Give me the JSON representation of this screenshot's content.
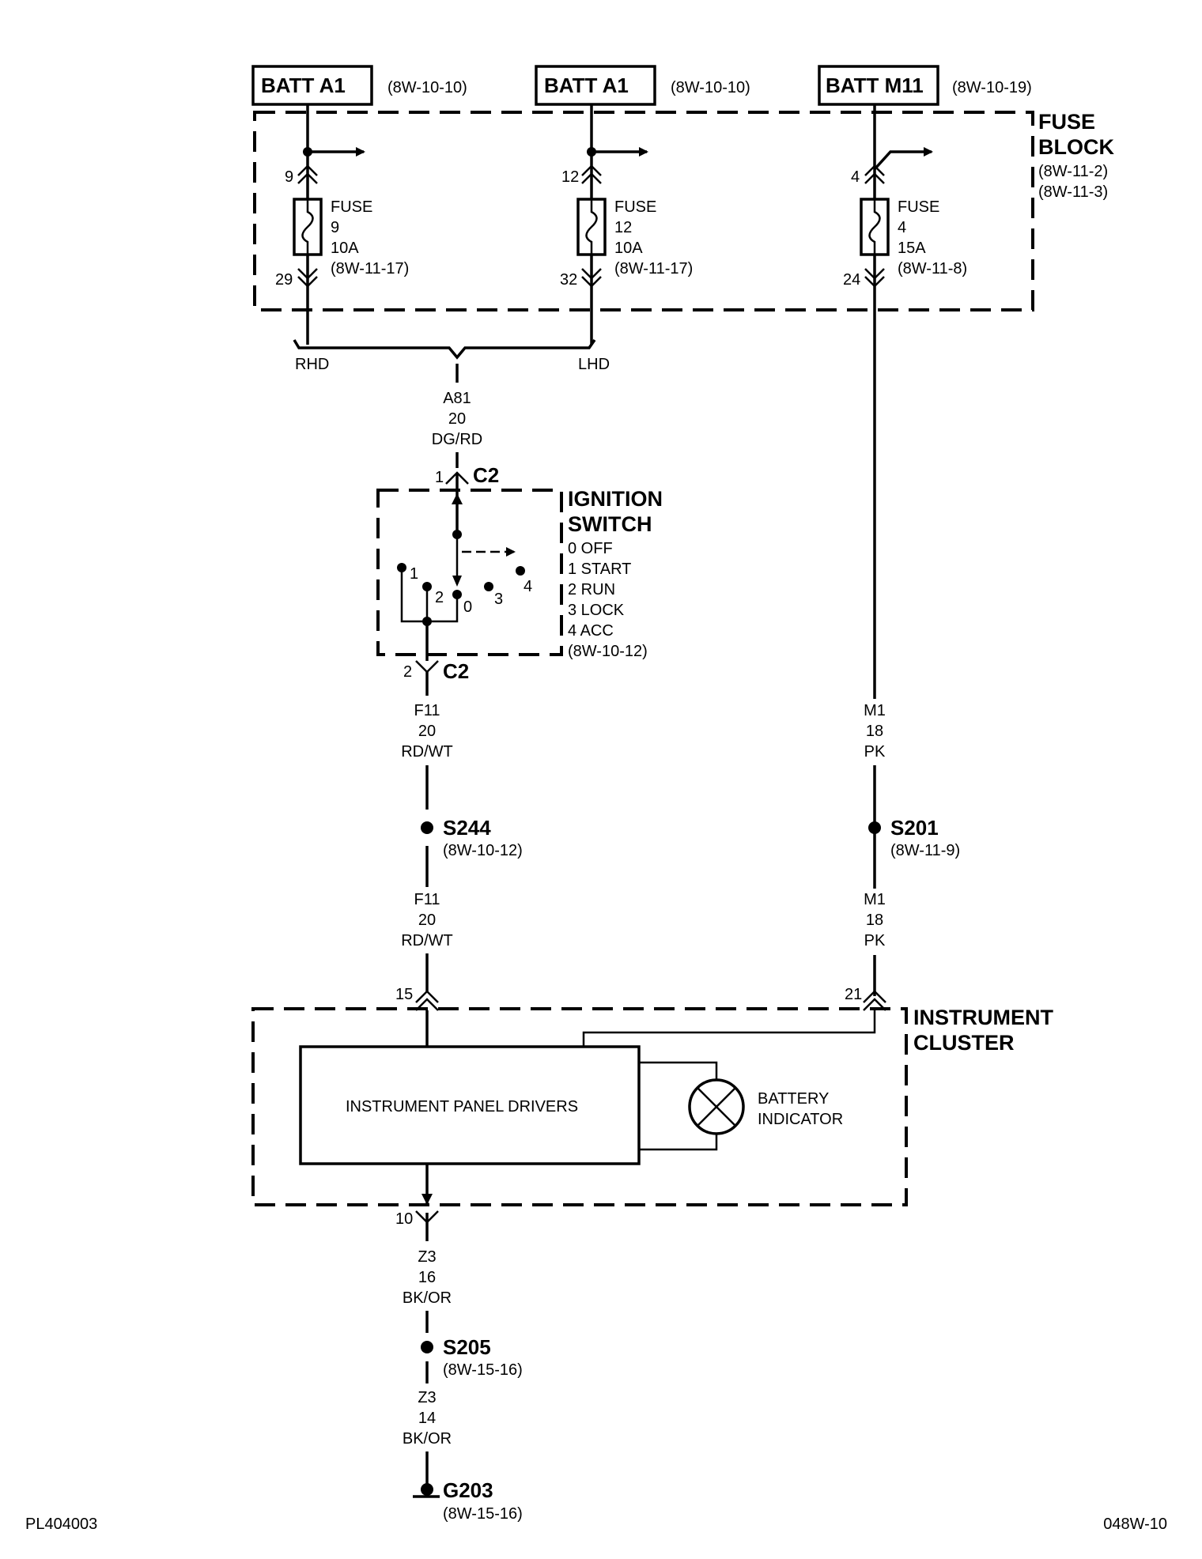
{
  "sources": {
    "batt_a1_left": {
      "label": "BATT A1",
      "ref": "(8W-10-10)"
    },
    "batt_a1_mid": {
      "label": "BATT A1",
      "ref": "(8W-10-10)"
    },
    "batt_m11": {
      "label": "BATT M11",
      "ref": "(8W-10-19)"
    }
  },
  "fuse_block": {
    "title_1": "FUSE",
    "title_2": "BLOCK",
    "ref_1": "(8W-11-2)",
    "ref_2": "(8W-11-3)",
    "fuses": [
      {
        "pin_in": "9",
        "pin_out": "29",
        "label": "FUSE",
        "number": "9",
        "rating": "10A",
        "ref": "(8W-11-17)"
      },
      {
        "pin_in": "12",
        "pin_out": "32",
        "label": "FUSE",
        "number": "12",
        "rating": "10A",
        "ref": "(8W-11-17)"
      },
      {
        "pin_in": "4",
        "pin_out": "24",
        "label": "FUSE",
        "number": "4",
        "rating": "15A",
        "ref": "(8W-11-8)"
      }
    ]
  },
  "options": {
    "rhd": "RHD",
    "lhd": "LHD"
  },
  "wire_a81": {
    "circuit": "A81",
    "gauge": "20",
    "color": "DG/RD"
  },
  "ignition_switch": {
    "connector_in_pin": "1",
    "connector_in": "C2",
    "connector_out_pin": "2",
    "connector_out": "C2",
    "title_1": "IGNITION",
    "title_2": "SWITCH",
    "positions": [
      "0 OFF",
      "1 START",
      "2 RUN",
      "3 LOCK",
      "4 ACC"
    ],
    "ref": "(8W-10-12)",
    "contact_labels": [
      "1",
      "2",
      "0",
      "3",
      "4"
    ]
  },
  "wire_f11_upper": {
    "circuit": "F11",
    "gauge": "20",
    "color": "RD/WT"
  },
  "wire_f11_lower": {
    "circuit": "F11",
    "gauge": "20",
    "color": "RD/WT"
  },
  "wire_m1_upper": {
    "circuit": "M1",
    "gauge": "18",
    "color": "PK"
  },
  "wire_m1_lower": {
    "circuit": "M1",
    "gauge": "18",
    "color": "PK"
  },
  "splices": {
    "s244": {
      "label": "S244",
      "ref": "(8W-10-12)"
    },
    "s201": {
      "label": "S201",
      "ref": "(8W-11-9)"
    },
    "s205": {
      "label": "S205",
      "ref": "(8W-15-16)"
    }
  },
  "instrument_cluster": {
    "title_1": "INSTRUMENT",
    "title_2": "CLUSTER",
    "pin_f11": "15",
    "pin_m1": "21",
    "pin_ground": "10",
    "drivers_label": "INSTRUMENT PANEL DRIVERS",
    "indicator_1": "BATTERY",
    "indicator_2": "INDICATOR"
  },
  "wire_z3_upper": {
    "circuit": "Z3",
    "gauge": "16",
    "color": "BK/OR"
  },
  "wire_z3_lower": {
    "circuit": "Z3",
    "gauge": "14",
    "color": "BK/OR"
  },
  "ground": {
    "label": "G203",
    "ref": "(8W-15-16)"
  },
  "footer": {
    "left": "PL404003",
    "right": "048W-10"
  }
}
